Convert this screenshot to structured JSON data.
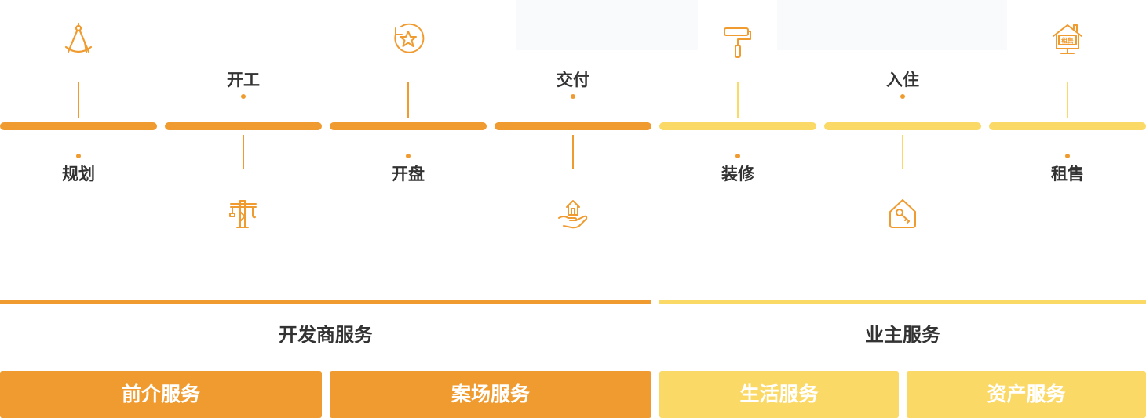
{
  "colors": {
    "developer": "#f09b2f",
    "owner": "#fbd967",
    "text": "#333333",
    "white": "#ffffff"
  },
  "stages": [
    {
      "label": "规划",
      "icon": "drafting-compass-icon",
      "tone": "developer",
      "label_side": "bottom"
    },
    {
      "label": "开工",
      "icon": "tower-crane-icon",
      "tone": "developer",
      "label_side": "top"
    },
    {
      "label": "开盘",
      "icon": "star-badge-icon",
      "tone": "developer",
      "label_side": "bottom"
    },
    {
      "label": "交付",
      "icon": "house-in-hand-icon",
      "tone": "developer",
      "label_side": "top"
    },
    {
      "label": "装修",
      "icon": "paint-roller-icon",
      "tone": "owner",
      "label_side": "bottom"
    },
    {
      "label": "入住",
      "icon": "house-key-icon",
      "tone": "owner",
      "label_side": "top"
    },
    {
      "label": "租售",
      "icon": "rent-sale-house-icon",
      "icon_text": "租售",
      "tone": "owner",
      "label_side": "bottom"
    }
  ],
  "groups": {
    "developer": {
      "title": "开发商服务"
    },
    "owner": {
      "title": "业主服务"
    }
  },
  "services": [
    {
      "label": "前介服务",
      "tone": "developer"
    },
    {
      "label": "案场服务",
      "tone": "developer"
    },
    {
      "label": "生活服务",
      "tone": "owner"
    },
    {
      "label": "资产服务",
      "tone": "owner"
    }
  ]
}
